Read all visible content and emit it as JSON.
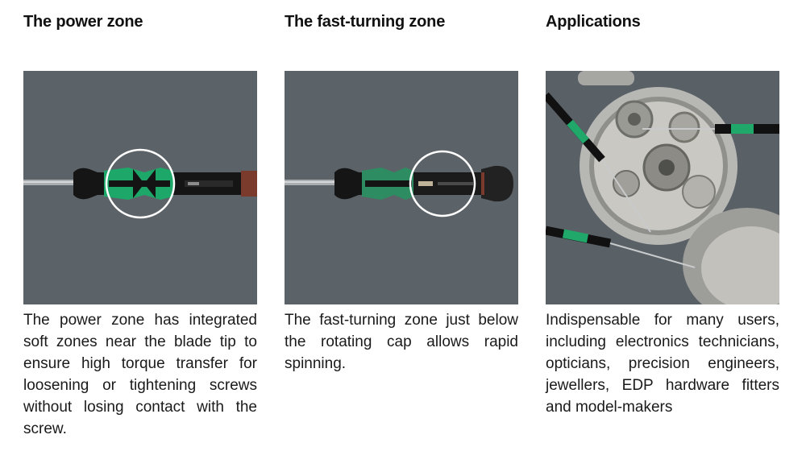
{
  "columns": [
    {
      "heading": "The power zone",
      "text": "The power zone has integrated soft zones near the blade tip to ensure high torque transfer for loosening or tightening screws without losing contact with the screw."
    },
    {
      "heading": "The fast-turning zone",
      "text": "The fast-turning zone just below the rotating cap allows rapid spinning."
    },
    {
      "heading": "Applications",
      "text": "Indispensable for many users, including electronics technicians, opticians, precision engineers, jewellers, EDP hardware fitters and model-makers"
    }
  ],
  "colors": {
    "background_gray": "#5d6469",
    "handle_green": "#1fa86a",
    "handle_black": "#161616",
    "highlight_circle": "#ffffff"
  }
}
